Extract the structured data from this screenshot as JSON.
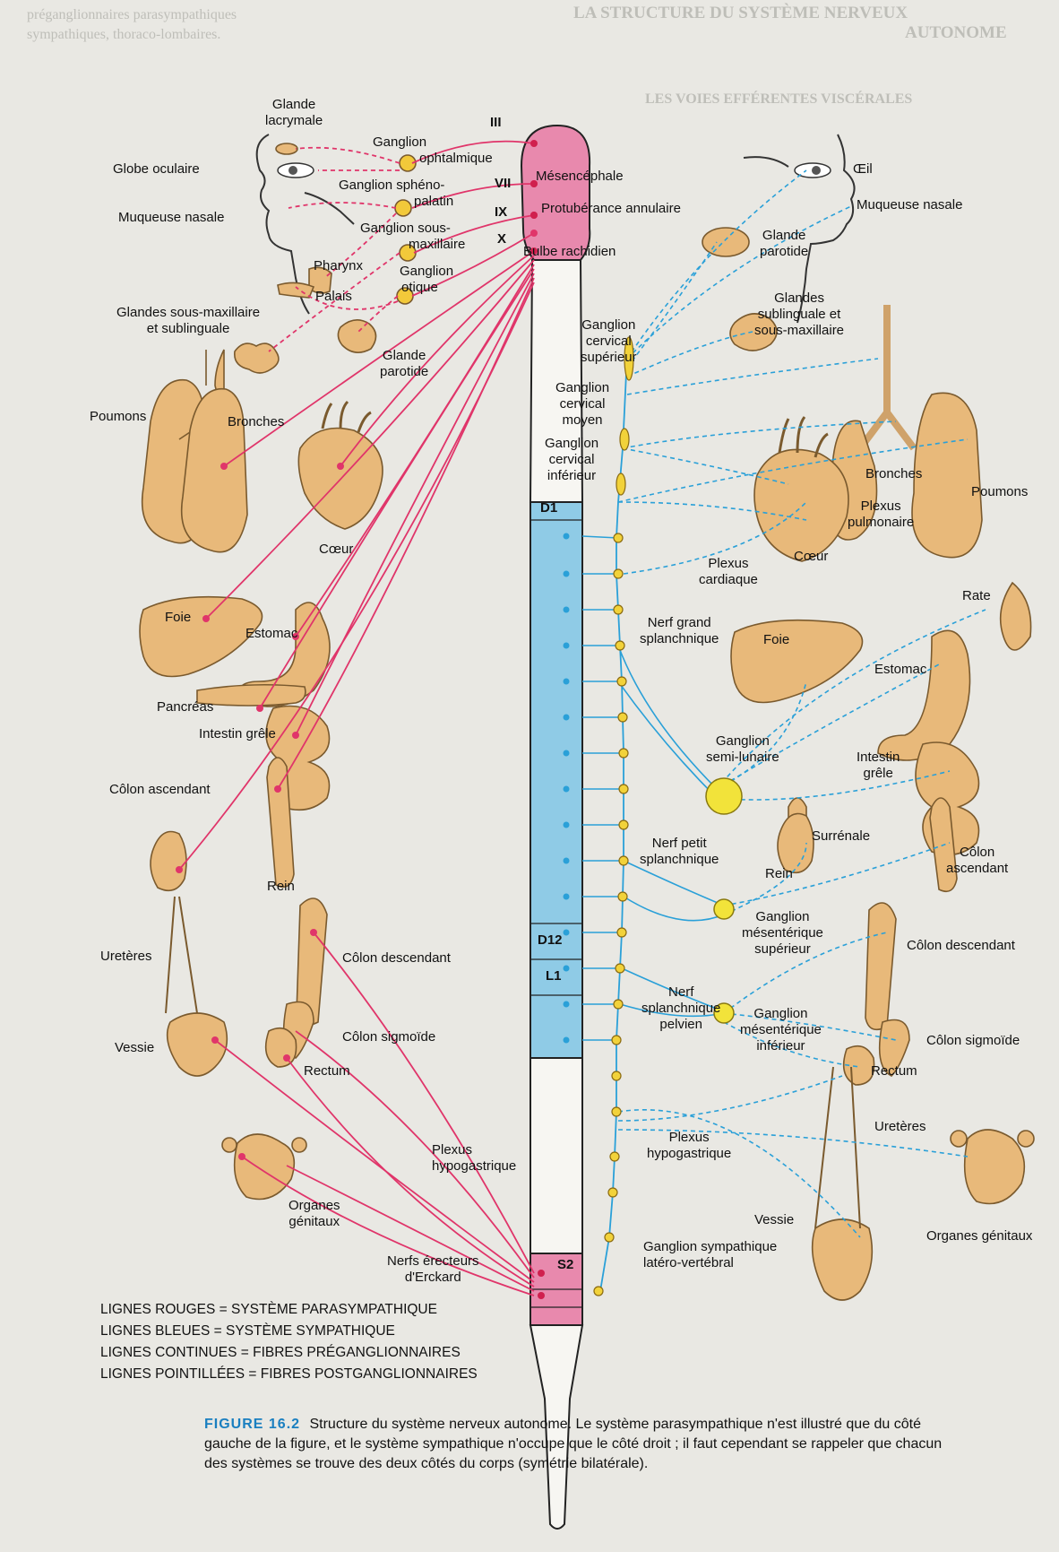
{
  "background_text": {
    "left_top": [
      "préganglionnaires parasympathiques",
      "sympathiques, thoraco-lombaires."
    ],
    "right_top": [
      "LA STRUCTURE DU SYSTÈME NERVEUX",
      "AUTONOME",
      "LES VOIES EFFÉRENTES VISCÉRALES"
    ]
  },
  "spine": {
    "brain_levels": [
      "III",
      "VII",
      "IX",
      "X"
    ],
    "brain_parts": [
      "Mésencéphale",
      "Protubérance annulaire",
      "Bulbe rachidien"
    ],
    "segments": [
      "D1",
      "D12",
      "L1",
      "S2"
    ]
  },
  "labels_left": {
    "glande_lacrymale": [
      "Glande",
      "lacrymale"
    ],
    "globe_oculaire": "Globe oculaire",
    "muqueuse_nasale": "Muqueuse nasale",
    "ganglion_ophtalmique": [
      "Ganglion",
      "ophtalmique"
    ],
    "ganglion_spheno": [
      "Ganglion sphéno-",
      "palatin"
    ],
    "ganglion_sous_max": [
      "Ganglion sous-",
      "maxillaire"
    ],
    "pharynx": "Pharynx",
    "ganglion_otique": [
      "Ganglion",
      "otique"
    ],
    "palais": "Palais",
    "glandes_sous_max": [
      "Glandes sous-maxillaire",
      "et sublinguale"
    ],
    "glande_parotide": [
      "Glande",
      "parotide"
    ],
    "poumons": "Poumons",
    "bronches": "Bronches",
    "coeur": "Cœur",
    "foie": "Foie",
    "estomac": "Estomac",
    "pancreas": "Pancréas",
    "intestin_grele": "Intestin grêle",
    "colon_ascendant": "Côlon ascendant",
    "rein": "Rein",
    "ureteres": "Uretères",
    "colon_descendant": "Côlon descendant",
    "vessie": "Vessie",
    "colon_sigmoide": "Côlon sigmoïde",
    "rectum": "Rectum",
    "plexus_hypogastrique": [
      "Plexus",
      "hypogastrique"
    ],
    "organes_genitaux": [
      "Organes",
      "génitaux"
    ],
    "nerfs_erecteurs": [
      "Nerfs érecteurs",
      "d'Erckard"
    ]
  },
  "labels_right": {
    "oeil": "Œil",
    "muqueuse_nasale": "Muqueuse nasale",
    "glande_parotide": [
      "Glande",
      "parotide"
    ],
    "glandes_sublinguale": [
      "Glandes",
      "sublinguale et",
      "sous-maxillaire"
    ],
    "ganglion_cerv_sup": [
      "Ganglion",
      "cervical",
      "supérieur"
    ],
    "ganglion_cerv_moyen": [
      "Ganglion",
      "cervical",
      "moyen"
    ],
    "ganglion_cerv_inf": [
      "Ganglion",
      "cervical",
      "inférieur"
    ],
    "bronches": "Bronches",
    "poumons": "Poumons",
    "plexus_pulmonaire": [
      "Plexus",
      "pulmonaire"
    ],
    "plexus_cardiaque": [
      "Plexus",
      "cardiaque"
    ],
    "coeur": "Cœur",
    "rate": "Rate",
    "nerf_grand_splanch": [
      "Nerf grand",
      "splanchnique"
    ],
    "foie": "Foie",
    "estomac": "Estomac",
    "ganglion_semi_lunaire": [
      "Ganglion",
      "semi-lunaire"
    ],
    "intestin_grele": [
      "Intestin",
      "grêle"
    ],
    "nerf_petit_splanch": [
      "Nerf petit",
      "splanchnique"
    ],
    "surrenale": "Surrénale",
    "rein": "Rein",
    "colon_ascendant": [
      "Côlon",
      "ascendant"
    ],
    "ganglion_mes_sup": [
      "Ganglion",
      "mésentérique",
      "supérieur"
    ],
    "colon_descendant": "Côlon descendant",
    "nerf_splanch_pelvien": [
      "Nerf",
      "splanchnique",
      "pelvien"
    ],
    "ganglion_mes_inf": [
      "Ganglion",
      "mésentérique",
      "inférieur"
    ],
    "colon_sigmoide": "Côlon sigmoïde",
    "rectum": "Rectum",
    "ureteres": "Uretères",
    "plexus_hypogastrique": [
      "Plexus",
      "hypogastrique"
    ],
    "vessie": "Vessie",
    "organes_genitaux": "Organes génitaux",
    "ganglion_sympathique": [
      "Ganglion sympathique",
      "latéro-vertébral"
    ]
  },
  "legend": [
    "LIGNES ROUGES = SYSTÈME PARASYMPATHIQUE",
    "LIGNES BLEUES = SYSTÈME SYMPATHIQUE",
    "LIGNES CONTINUES = FIBRES PRÉGANGLIONNAIRES",
    "LIGNES POINTILLÉES = FIBRES POSTGANGLIONNAIRES"
  ],
  "caption": {
    "figure_number": "FIGURE 16.2",
    "text": "Structure du système nerveux autonome. Le système parasympathique n'est illustré que du côté gauche de la figure, et le système sympathique n'occupe que le côté droit ; il faut cependant se rappeler que chacun des systèmes se trouve des deux côtés du corps (symétrie bilatérale)."
  },
  "colors": {
    "parasympathetic": "#e0356a",
    "sympathetic": "#2aa0d8",
    "brainstem": "#e889ad",
    "spinal_cord": "#8fcbe6",
    "organ": "#e8b97a",
    "ganglion": "#f2d23a",
    "figure_number": "#1a7fc0"
  }
}
